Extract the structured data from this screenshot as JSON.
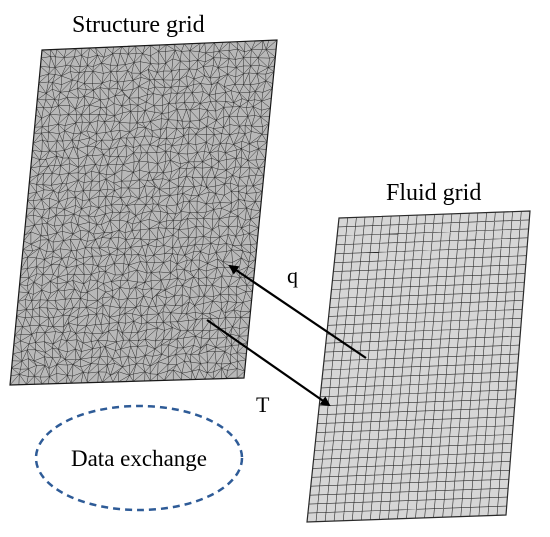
{
  "labels": {
    "structure_grid": "Structure grid",
    "fluid_grid": "Fluid grid",
    "q": "q",
    "T": "T",
    "data_exchange": "Data exchange"
  },
  "colors": {
    "mesh_fill": "#b8b8b8",
    "mesh_line": "#1a1a1a",
    "fluid_fill": "#d6d6d6",
    "fluid_line": "#2a2a2a",
    "ellipse_stroke": "#2e5b97",
    "arrow": "#000000"
  }
}
